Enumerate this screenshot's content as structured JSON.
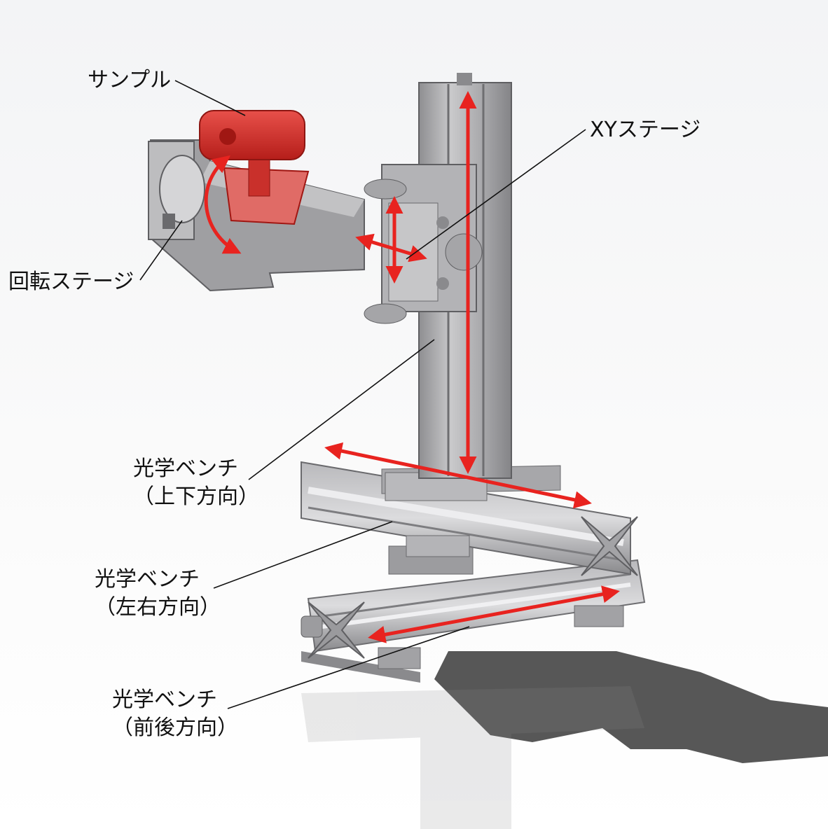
{
  "labels": {
    "sample": "サンプル",
    "xy_stage": "XYステージ",
    "rotation_stage": "回転ステージ",
    "bench_vertical": {
      "line1": "光学ベンチ",
      "line2": "（上下方向）"
    },
    "bench_lateral": {
      "line1": "光学ベンチ",
      "line2": "（左右方向）"
    },
    "bench_depth": {
      "line1": "光学ベンチ",
      "line2": "（前後方向）"
    }
  },
  "colors": {
    "arrow": "#e8231f",
    "sample": "#d62a26",
    "metal": "#a9a9ab",
    "metal_dark": "#7b7b7e",
    "metal_light": "#cfcfd1"
  }
}
